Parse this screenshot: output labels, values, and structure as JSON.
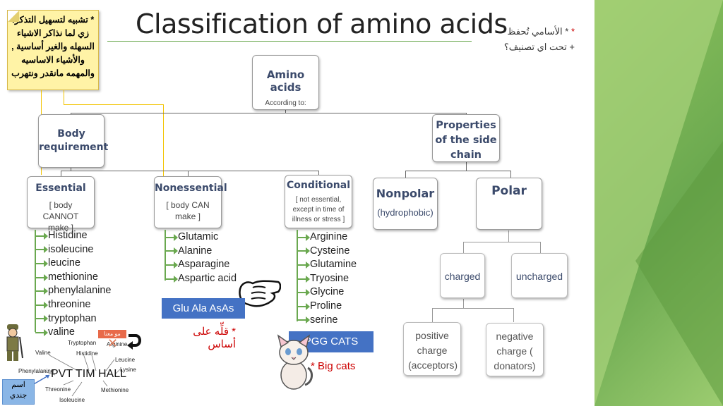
{
  "title": "Classification of amino acids",
  "yellow_note": [
    "* تشبيه لتسهيل التذكر:",
    "زي لما نذاكر الاشياء",
    "السهله والغير أساسية ,",
    "والأشياء الاساسيه",
    "والمهمه مانقدر ونتهرب"
  ],
  "right_note": {
    "line1": "* الأسامي تُحفظ",
    "line2": "+ تحت اي تصنيف؟"
  },
  "root": {
    "title": "Amino acids",
    "subtitle": "According to:"
  },
  "body_req": "Body requirement",
  "props": "Properties of the side chain",
  "essential": {
    "title": "Essential",
    "subtitle": "[ body CANNOT make ]",
    "items": [
      "Histidine",
      "isoleucine",
      "leucine",
      "methionine",
      "phenylalanine",
      "threonine",
      "tryptophan",
      "valine"
    ]
  },
  "nonessential": {
    "title": "Nonessential",
    "subtitle": "[ body CAN make ]",
    "items": [
      "Glutamic",
      "Alanine",
      "Asparagine",
      "Aspartic acid"
    ]
  },
  "conditional": {
    "title": "Conditional",
    "subtitle": "[ not essential, except in time of illness or stress ]",
    "items": [
      "Arginine",
      "Cysteine",
      "Glutamine",
      "Tryosine",
      "Glycine",
      "Proline",
      "serine"
    ]
  },
  "nonpolar": {
    "title": "Nonpolar",
    "subtitle": "(hydrophobic)"
  },
  "polar": "Polar",
  "charged": "charged",
  "uncharged": "uncharged",
  "positive": "positive charge (acceptors)",
  "negative": "negative charge ( donators)",
  "glu_bar": "Glu Ala AsAs",
  "glu_note": "* قلِّه على أساس",
  "pgg_bar": "PGG CATS",
  "pgg_note": "* Big cats",
  "mnemonic": {
    "center": "PVT TIM HALL",
    "nodes": [
      "Tryptophan",
      "Arginine",
      "Valine",
      "Histidine",
      "Leucine",
      "Phenylalanine",
      "Lysine",
      "Threonine",
      "Methionine",
      "Isoleucine"
    ],
    "tag": "مو معنا"
  },
  "badge": [
    "اسم",
    "جندي"
  ],
  "colors": {
    "accent_green": "#6aa84f",
    "blue_bar": "#4472c4",
    "red_note": "#c00000",
    "note_yellow": "#fff3a6"
  }
}
